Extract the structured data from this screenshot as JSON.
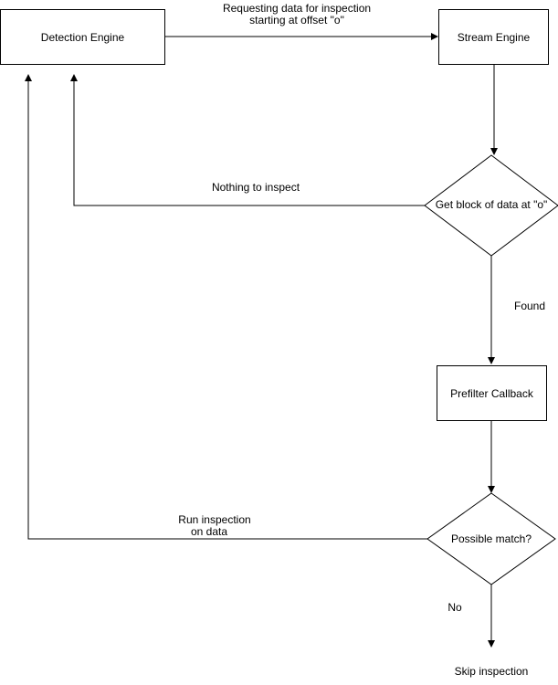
{
  "nodes": {
    "detection_engine": "Detection Engine",
    "stream_engine": "Stream Engine",
    "get_block": "Get block of data at \"o\"",
    "prefilter_callback": "Prefilter Callback",
    "possible_match": "Possible match?",
    "skip_inspection": "Skip inspection"
  },
  "edges": {
    "request_line1": "Requesting data for inspection",
    "request_line2": "starting at offset \"o\"",
    "nothing_to_inspect": "Nothing to inspect",
    "found": "Found",
    "run_line1": "Run inspection",
    "run_line2": "on data",
    "no": "No"
  },
  "colors": {
    "stroke": "#000000",
    "fill": "#ffffff",
    "text": "#000000"
  }
}
